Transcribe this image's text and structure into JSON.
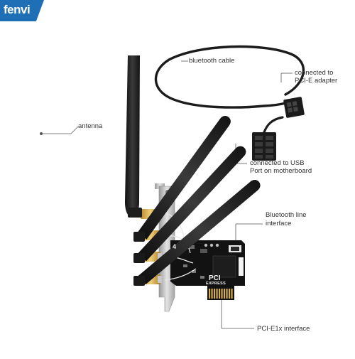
{
  "brand": {
    "logo_text": "fenvi",
    "color": "#1f6fb7"
  },
  "labels": {
    "bluetooth_cable": "bluetooth cable",
    "pcie_adapter_line1": "connected to",
    "pcie_adapter_line2": "PCI-E adapter",
    "antenna": "antenna",
    "usb_line1": "connected to USB",
    "usb_line2": "Port on motherboard",
    "bt_interface_line1": "Bluetooth line",
    "bt_interface_line2": "interface",
    "pcie_interface": "PCI-E1x interface"
  },
  "card_markings": {
    "pci": "PCI",
    "express": "EXPRESS",
    "port_number": "4"
  },
  "watermark": "fenvi",
  "colors": {
    "antenna": "#222222",
    "pcb": "#111111",
    "bracket": "#c9c9c9",
    "gold": "#d6a640",
    "leader_line": "#555555"
  }
}
